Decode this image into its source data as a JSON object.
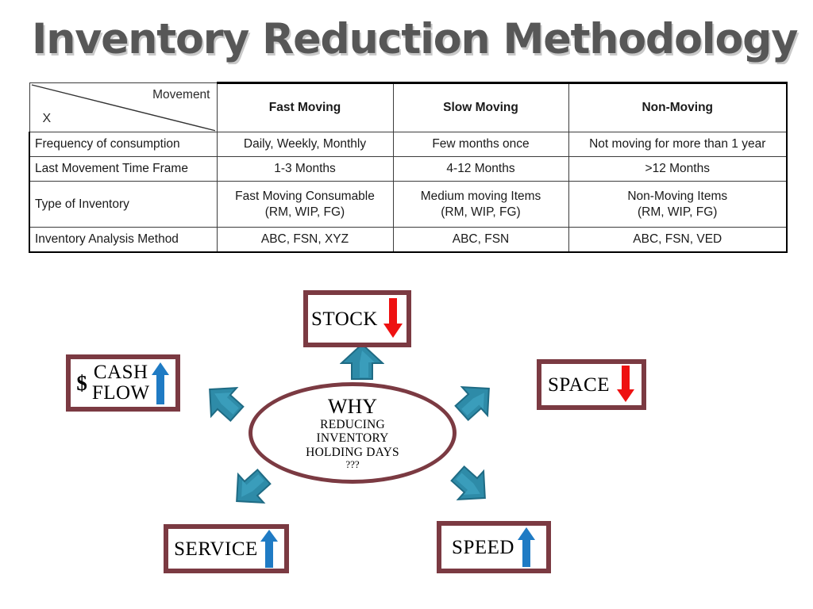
{
  "page": {
    "title": "Inventory Reduction Methodology",
    "title_color": "#575757",
    "accent_maroon": "#7B3A42",
    "accent_teal": "#2E8BA8",
    "up_arrow_color": "#1F7BC4",
    "down_arrow_color": "#EE1111"
  },
  "table": {
    "corner": {
      "top_right_label": "Movement",
      "bottom_left_label": "X"
    },
    "columns": [
      "Fast Moving",
      "Slow Moving",
      "Non-Moving"
    ],
    "rows": [
      {
        "label": "Frequency of consumption",
        "cells": [
          "Daily, Weekly, Monthly",
          "Few months once",
          "Not moving for more than 1 year"
        ]
      },
      {
        "label": "Last Movement Time Frame",
        "cells": [
          "1-3 Months",
          "4-12 Months",
          ">12 Months"
        ]
      },
      {
        "label": "Type of Inventory",
        "cells_multiline": [
          [
            "Fast Moving Consumable",
            "(RM, WIP, FG)"
          ],
          [
            "Medium moving Items",
            "(RM, WIP, FG)"
          ],
          [
            "Non-Moving Items",
            "(RM, WIP, FG)"
          ]
        ]
      },
      {
        "label": "Inventory Analysis Method",
        "cells": [
          "ABC, FSN, XYZ",
          "ABC, FSN",
          "ABC, FSN, VED"
        ]
      }
    ]
  },
  "diagram": {
    "center": {
      "title": "WHY",
      "line1": "REDUCING",
      "line2": "INVENTORY",
      "line3": "HOLDING DAYS",
      "marks": "???"
    },
    "nodes": [
      {
        "id": "stock",
        "label": "STOCK",
        "arrow": "down",
        "prefix": ""
      },
      {
        "id": "cash",
        "label_line1": "CASH",
        "label_line2": "FLOW",
        "arrow": "up",
        "prefix": "$"
      },
      {
        "id": "space",
        "label": "SPACE",
        "arrow": "down",
        "prefix": ""
      },
      {
        "id": "service",
        "label": "SERVICE",
        "arrow": "up",
        "prefix": ""
      },
      {
        "id": "speed",
        "label": "SPEED",
        "arrow": "up",
        "prefix": ""
      }
    ]
  }
}
